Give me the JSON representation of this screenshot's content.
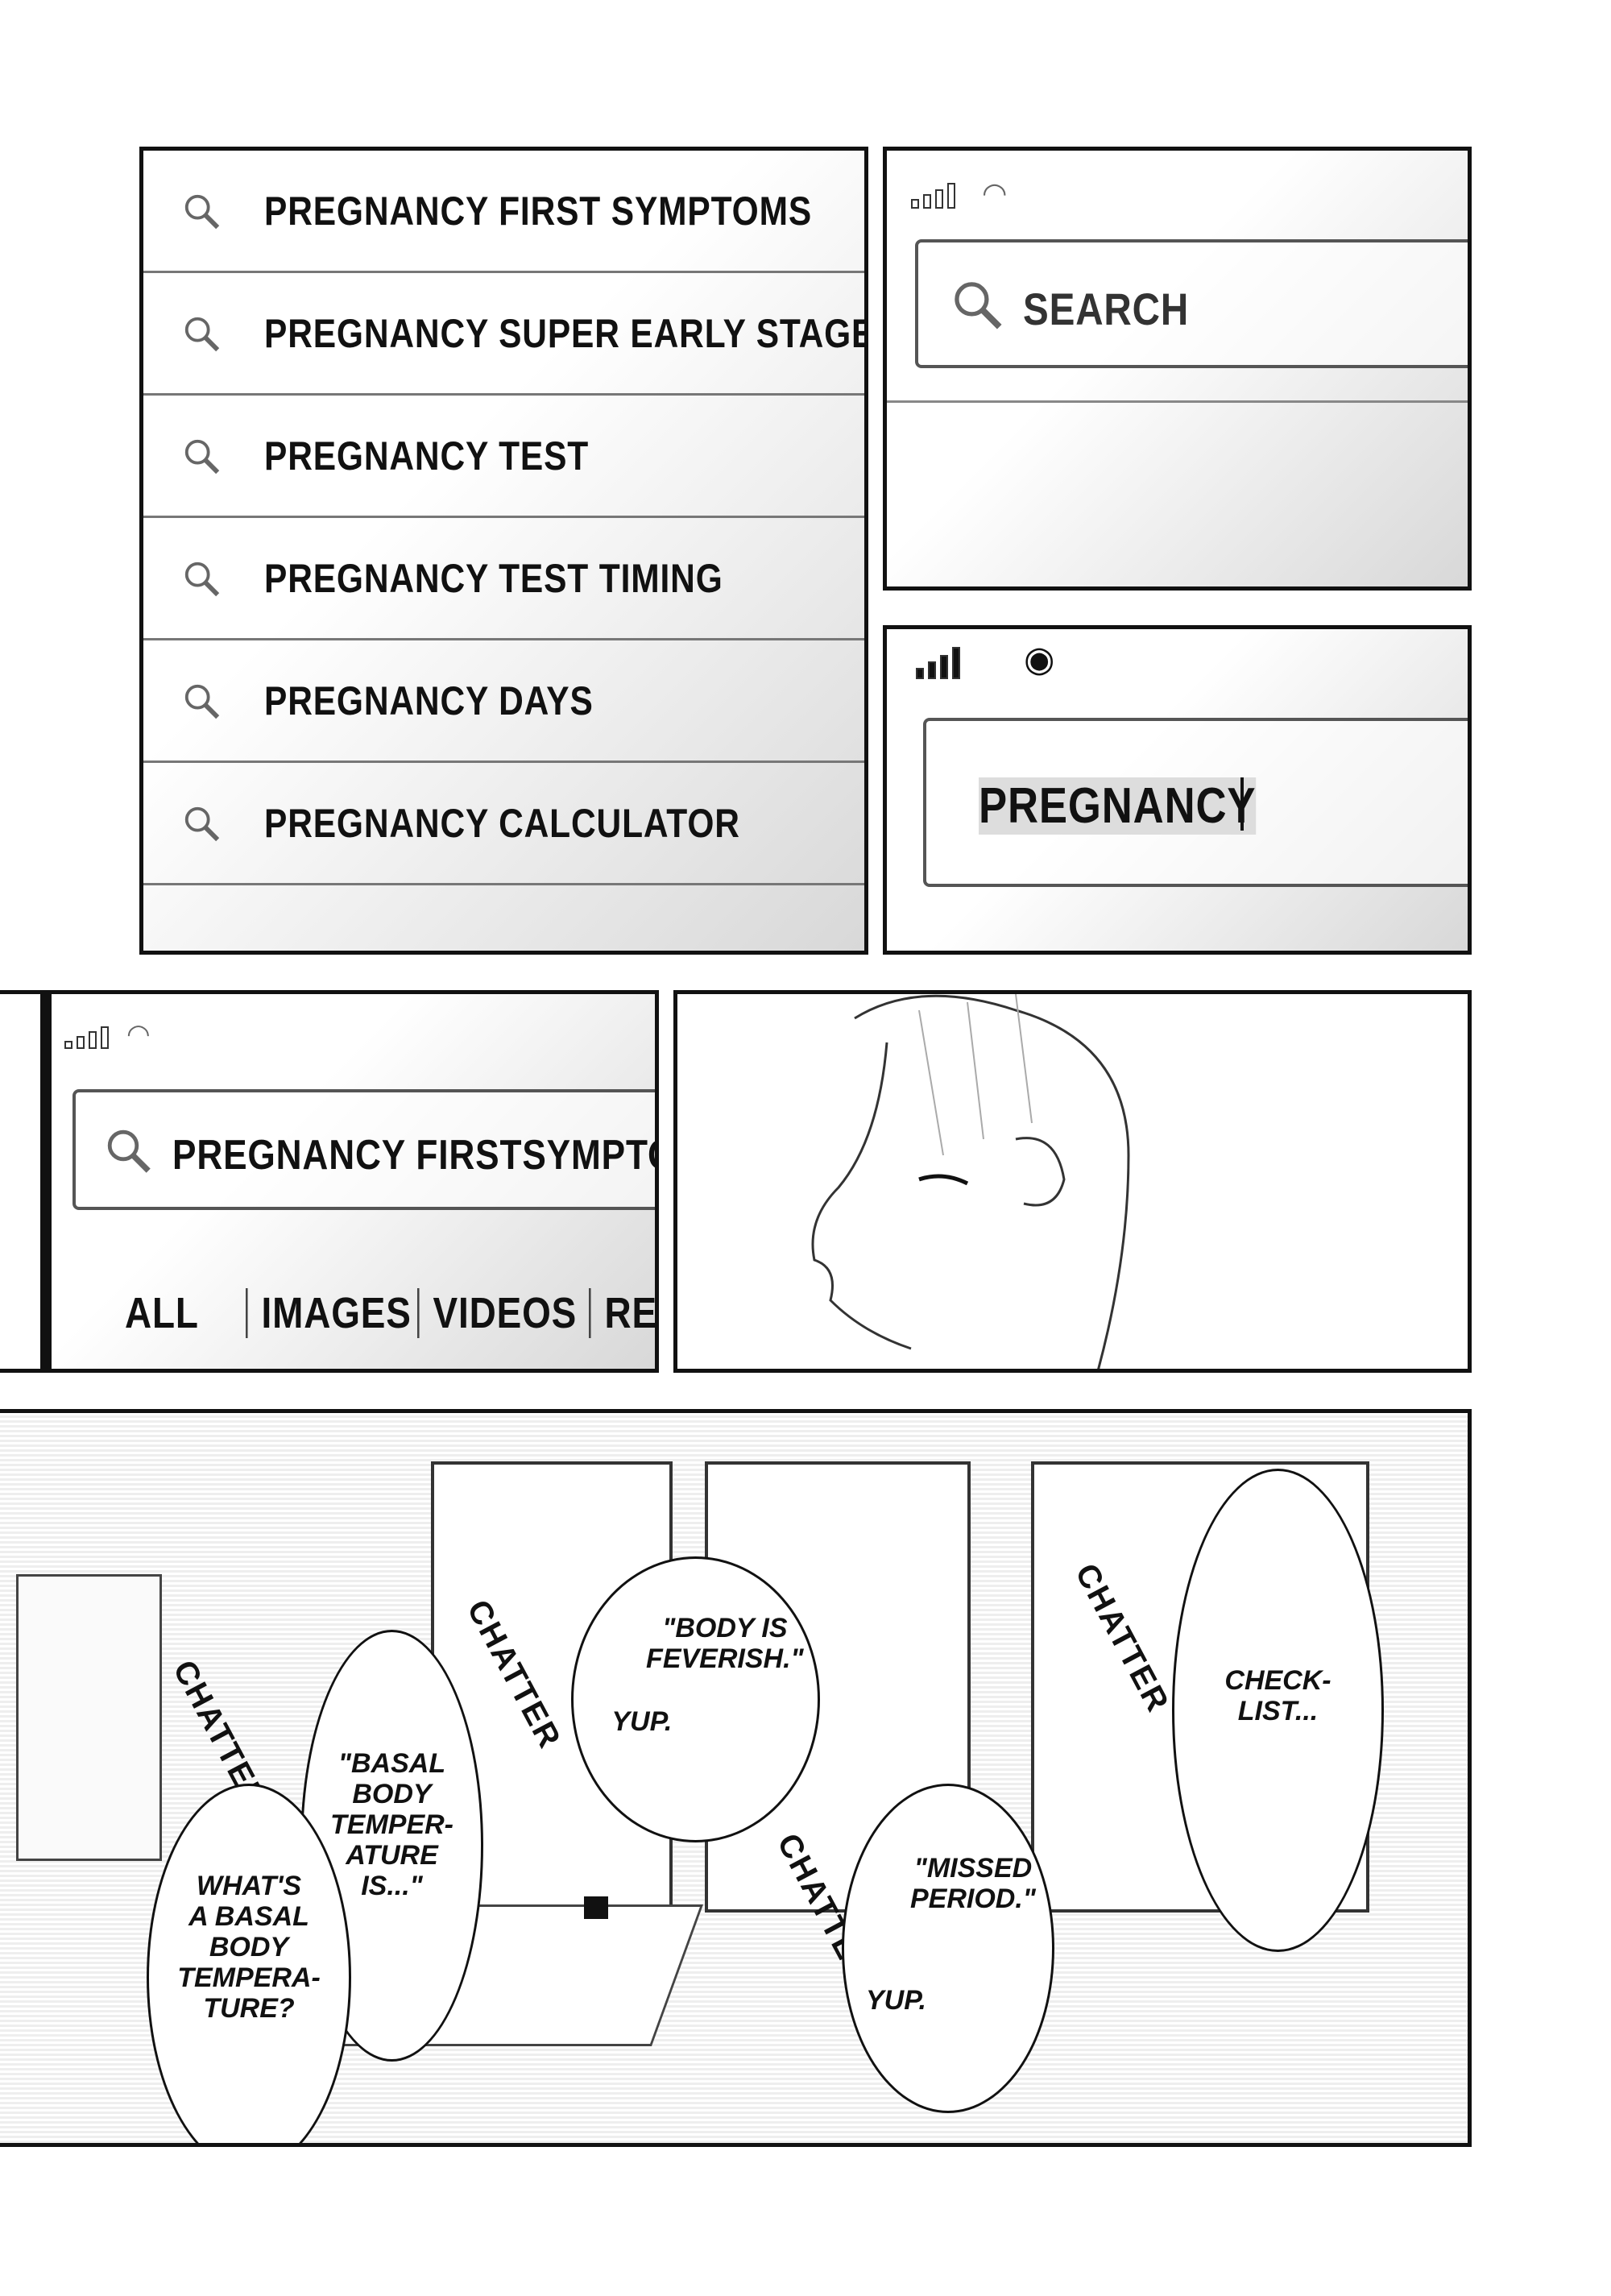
{
  "suggestions_panel": {
    "items": [
      {
        "label": "PREGNANCY FIRST SYMPTOMS",
        "icon": "search-icon"
      },
      {
        "label": "PREGNANCY SUPER EARLY STAGES",
        "icon": "search-icon"
      },
      {
        "label": "PREGNANCY TEST",
        "icon": "search-icon"
      },
      {
        "label": "PREGNANCY TEST TIMING",
        "icon": "search-icon"
      },
      {
        "label": "PREGNANCY DAYS",
        "icon": "search-icon"
      },
      {
        "label": "PREGNANCY CALCULATOR",
        "icon": "search-icon"
      }
    ]
  },
  "empty_search_panel": {
    "placeholder": "SEARCH"
  },
  "typing_panel": {
    "value": "PREGNANCY"
  },
  "results_panel": {
    "query": "PREGNANCY FIRSTSYMPTOMS",
    "tabs": [
      "ALL",
      "IMAGES",
      "VIDEOS",
      "RE"
    ]
  },
  "cafe_scene": {
    "sfx": [
      "CHATTER",
      "CHATTER",
      "CHATTER",
      "CHATTER"
    ],
    "bubbles": {
      "basal_quote": "\"BASAL\nBODY\nTEMPER-\nATURE\nIS...\"",
      "whats_basal": "WHAT'S\nA BASAL\nBODY\nTEMPERA-\nTURE?",
      "feverish": "\"BODY IS\nFEVERISH.\"",
      "yup_1": "YUP.",
      "missed": "\"MISSED\nPERIOD.\"",
      "yup_2": "YUP.",
      "checklist": "CHECK-\nLIST..."
    }
  }
}
